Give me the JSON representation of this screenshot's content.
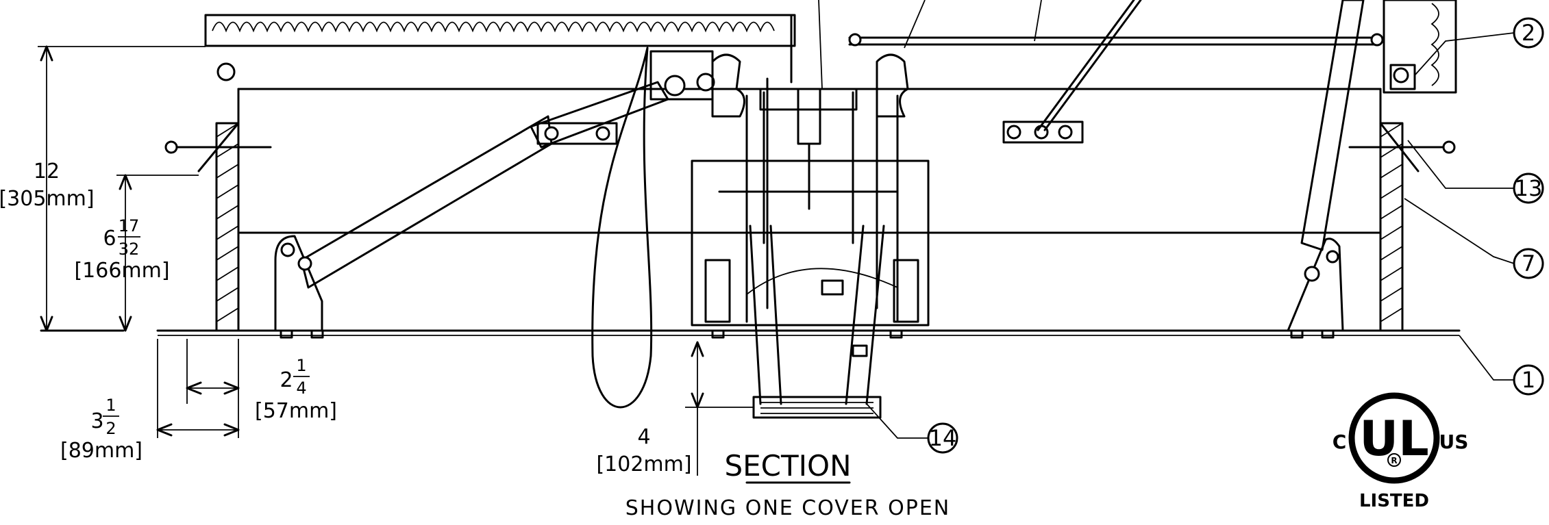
{
  "callouts": [
    "2",
    "13",
    "7",
    "1",
    "14"
  ],
  "dimensions": {
    "height_total": {
      "whole": "12",
      "metric": "[305mm]"
    },
    "height_mid": {
      "whole": "6",
      "num": "17",
      "den": "32",
      "metric": "[166mm]"
    },
    "flange": {
      "whole": "2",
      "num": "1",
      "den": "4",
      "metric": "[57mm]"
    },
    "overall_flange": {
      "whole": "3",
      "num": "1",
      "den": "2",
      "metric": "[89mm]"
    },
    "ladder_drop": {
      "whole": "4",
      "metric": "[102mm]"
    }
  },
  "section_title": "SECTION",
  "section_subtitle": "SHOWING ONE COVER OPEN",
  "ul_mark": {
    "left": "C",
    "right": "US",
    "center": "UL",
    "reg": "R",
    "bottom": "LISTED"
  }
}
